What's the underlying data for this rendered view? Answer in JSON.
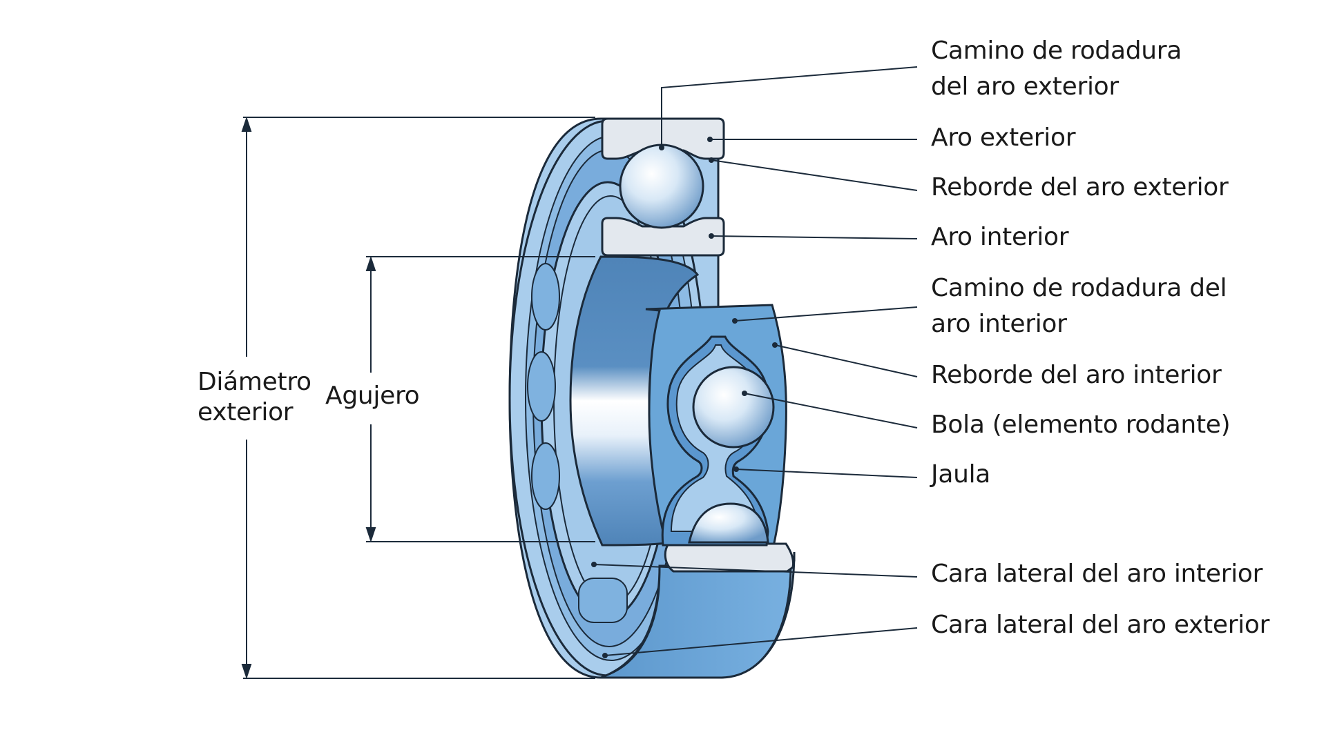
{
  "dimensions": {
    "outer_diameter": [
      "Diámetro",
      "exterior"
    ],
    "bore": "Agujero"
  },
  "callouts": [
    {
      "id": "outer-raceway",
      "lines": [
        "Camino de rodadura",
        "del aro exterior"
      ]
    },
    {
      "id": "outer-ring",
      "lines": [
        "Aro exterior"
      ]
    },
    {
      "id": "outer-shoulder",
      "lines": [
        "Reborde del aro exterior"
      ]
    },
    {
      "id": "inner-ring",
      "lines": [
        "Aro interior"
      ]
    },
    {
      "id": "inner-raceway",
      "lines": [
        "Camino de rodadura del",
        "aro interior"
      ]
    },
    {
      "id": "inner-shoulder",
      "lines": [
        "Reborde del aro interior"
      ]
    },
    {
      "id": "ball",
      "lines": [
        "Bola (elemento rodante)"
      ]
    },
    {
      "id": "cage",
      "lines": [
        "Jaula"
      ]
    },
    {
      "id": "inner-side-face",
      "lines": [
        "Cara lateral del aro interior"
      ]
    },
    {
      "id": "outer-side-face",
      "lines": [
        "Cara lateral del aro exterior"
      ]
    }
  ],
  "colors": {
    "ring_light": "#a9cdec",
    "ring_mid": "#7fb2df",
    "ring_dark": "#4f84b8",
    "face_blue": "#6aa6d8",
    "section_gray": "#e3e8ee",
    "outline": "#1b2a3a",
    "ball_light": "#ffffff",
    "ball_dark": "#7ea6d0"
  }
}
